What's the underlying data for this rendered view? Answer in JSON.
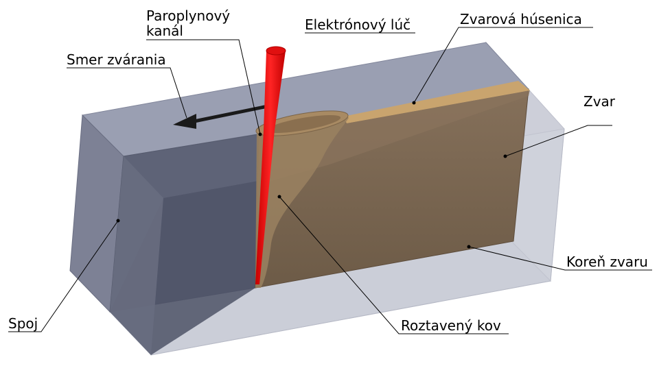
{
  "labels": {
    "paroplynovy_line1": "Paroplynový",
    "paroplynovy_line2": "kanál",
    "elektronovy_luc": "Elektrónový lúč",
    "zvarova_husenica": "Zvarová húsenica",
    "smer_zvarania": "Smer zvárania",
    "zvar": "Zvar",
    "koren_zvaru": "Koreň zvaru",
    "spoj": "Spoj",
    "roztaveny_kov": "Roztavený kov"
  },
  "colors": {
    "block_top": "#9a9fb2",
    "block_front": "#6b7083",
    "block_side": "#7d8195",
    "glass": "#c9ccd6",
    "weld_top": "#c6a06a",
    "weld_body": "#7a6650",
    "beam": "#ff1a1a",
    "arrow": "#1a1a1a"
  }
}
